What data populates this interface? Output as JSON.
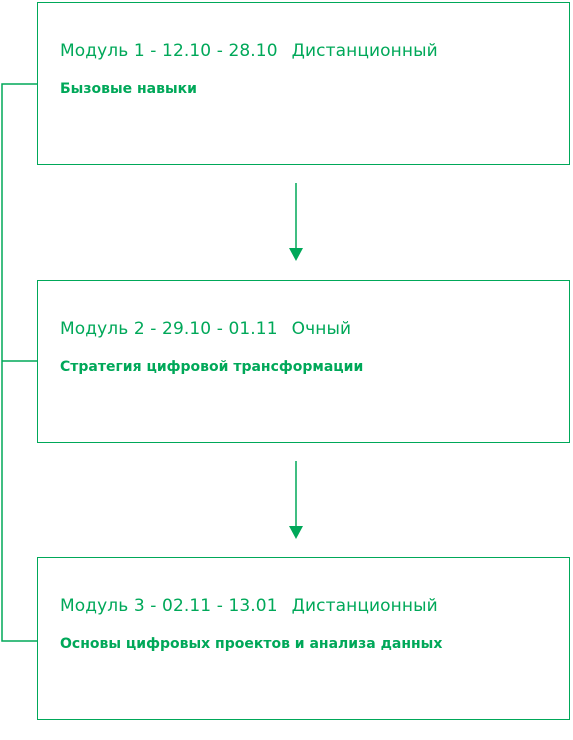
{
  "colors": {
    "accent": "#00a859"
  },
  "modules": [
    {
      "label": "Модуль 1 - 12.10 - 28.10",
      "mode": "Дистанционный",
      "title": "Бызовые навыки"
    },
    {
      "label": "Модуль 2 - 29.10 - 01.11",
      "mode": "Очный",
      "title": "Стратегия цифровой трансформации"
    },
    {
      "label": "Модуль 3 - 02.11 - 13.01",
      "mode": "Дистанционный",
      "title": "Основы цифровых проектов и анализа данных"
    }
  ]
}
